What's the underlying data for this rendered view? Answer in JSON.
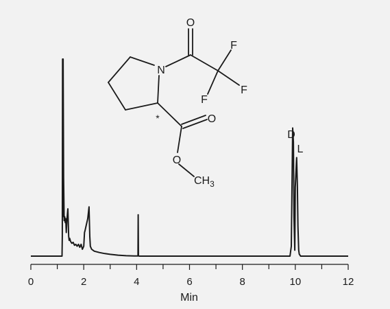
{
  "chart_data": {
    "type": "line",
    "title": "",
    "xlabel": "Min",
    "ylabel": "",
    "xlim": [
      0,
      12
    ],
    "ylim": [
      0,
      100
    ],
    "x_ticks": [
      0,
      2,
      4,
      6,
      8,
      10,
      12
    ],
    "x_minor_ticks": [
      1,
      3,
      5,
      7,
      9,
      11
    ],
    "grid": false,
    "series": [
      {
        "color": "#1a1a1a",
        "x": [
          0.0,
          1.18,
          1.19,
          1.2,
          1.21,
          1.22,
          1.24,
          1.26,
          1.28,
          1.3,
          1.32,
          1.34,
          1.36,
          1.4,
          1.43,
          1.45,
          1.47,
          1.5,
          1.55,
          1.6,
          1.65,
          1.7,
          1.75,
          1.8,
          1.85,
          1.9,
          1.95,
          2.0,
          2.03,
          2.05,
          2.1,
          2.15,
          2.2,
          2.23,
          2.25,
          2.3,
          2.4,
          2.6,
          2.8,
          3.0,
          3.3,
          3.6,
          3.9,
          4.05,
          4.06,
          4.07,
          4.08,
          4.1,
          5.0,
          6.0,
          7.0,
          8.0,
          9.0,
          9.8,
          9.85,
          9.9,
          9.93,
          9.95,
          9.98,
          10.0,
          10.05,
          10.08,
          10.1,
          10.13,
          10.15,
          10.2,
          10.3,
          11.0,
          12.0
        ],
        "y": [
          0.0,
          0.0,
          10.0,
          100.0,
          20.0,
          100.0,
          40.0,
          18.0,
          20.0,
          17.0,
          19.0,
          12.0,
          18.0,
          24.0,
          10.0,
          8.0,
          9.0,
          7.5,
          6.5,
          7.0,
          5.5,
          6.0,
          5.0,
          6.0,
          4.5,
          6.0,
          3.5,
          5.0,
          12.0,
          13.0,
          16.0,
          19.0,
          25.0,
          10.0,
          5.0,
          3.5,
          2.5,
          1.8,
          1.3,
          0.9,
          0.5,
          0.2,
          0.1,
          0.1,
          21.0,
          0.1,
          0.1,
          0.0,
          0.0,
          0.0,
          0.0,
          0.0,
          0.0,
          0.0,
          5.0,
          65.0,
          58.0,
          20.0,
          3.0,
          35.0,
          50.0,
          35.0,
          15.0,
          3.0,
          1.0,
          0.0,
          0.0,
          0.0,
          0.0
        ]
      }
    ],
    "peak_labels": [
      {
        "text": "D",
        "x": 9.93
      },
      {
        "text": "L",
        "x": 10.08
      }
    ],
    "structure_labels": {
      "o_top": "O",
      "n": "N",
      "f1": "F",
      "f2": "F",
      "f3": "F",
      "star": "*",
      "o_right": "O",
      "o_ester": "O",
      "ch": "CH",
      "sub": "3"
    }
  }
}
